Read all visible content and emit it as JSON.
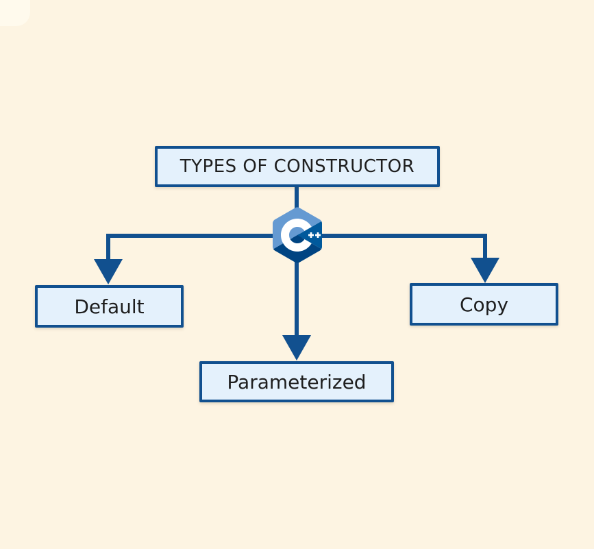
{
  "diagram": {
    "title": "TYPES OF CONSTRUCTOR",
    "center_icon": "cpp-logo",
    "nodes": [
      {
        "id": "default",
        "label": "Default"
      },
      {
        "id": "copy",
        "label": "Copy"
      },
      {
        "id": "parameterized",
        "label": "Parameterized"
      }
    ],
    "edges": [
      {
        "from": "types-of-constructor",
        "to": "default"
      },
      {
        "from": "types-of-constructor",
        "to": "copy"
      },
      {
        "from": "types-of-constructor",
        "to": "parameterized"
      }
    ],
    "colors": {
      "background": "#fdf4e2",
      "connector": "#11508f",
      "box_fill": "#e4f1fc",
      "box_border": "#11508f",
      "text": "#1e1e1e",
      "logo_light_blue": "#659ad2",
      "logo_blue": "#00599c",
      "logo_dark_blue": "#004482",
      "logo_glyph": "#ffffff"
    }
  }
}
